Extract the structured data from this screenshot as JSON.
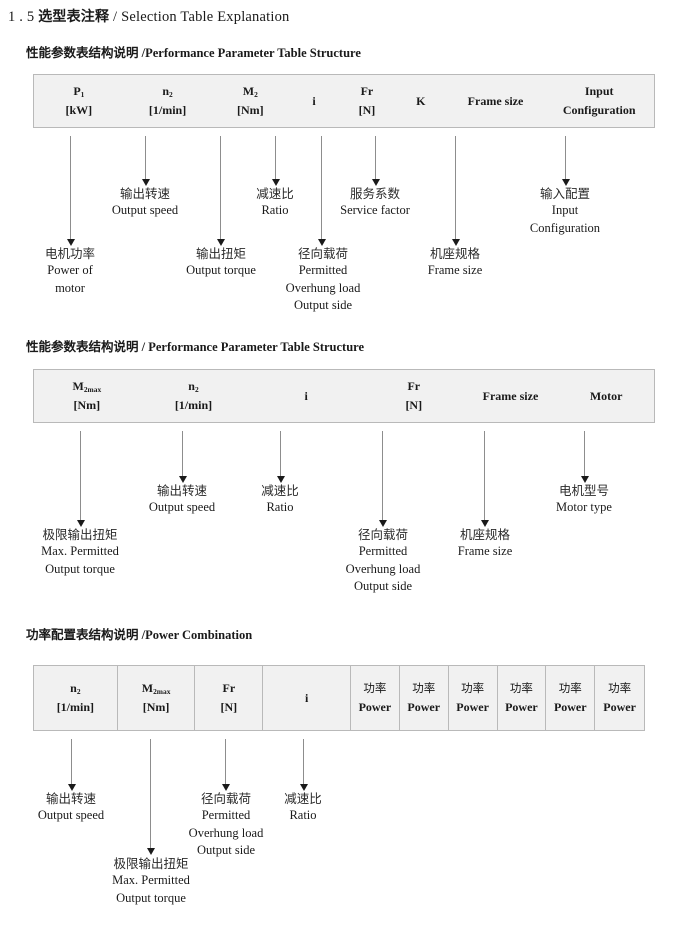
{
  "title": {
    "number": "1 . 5",
    "cn": "选型表注释",
    "sep": "/",
    "en": "Selection Table Explanation"
  },
  "sections": [
    {
      "heading": {
        "cn": "性能参数表结构说明",
        "sep": "/",
        "en": "Performance Parameter Table Structure"
      },
      "table": {
        "columns": [
          {
            "l1": "P",
            "l1_sub": "1",
            "l2": "[kW]"
          },
          {
            "l1": "n",
            "l1_sub": "2",
            "l2": "[1/min]"
          },
          {
            "l1": "M",
            "l1_sub": "2",
            "l2": "[Nm]"
          },
          {
            "l1": "i",
            "l1_sub": "",
            "l2": ""
          },
          {
            "l1": "Fr",
            "l1_sub": "",
            "l2": "[N]"
          },
          {
            "l1": "K",
            "l1_sub": "",
            "l2": ""
          },
          {
            "l1": "Frame size",
            "l1_sub": "",
            "l2": ""
          },
          {
            "l1": "Input",
            "l1_sub": "",
            "l2": "Configuration"
          }
        ]
      },
      "annotations": [
        {
          "cn": "电机功率",
          "en": [
            "Power of",
            "motor"
          ]
        },
        {
          "cn": "输出转速",
          "en": [
            "Output speed"
          ]
        },
        {
          "cn": "输出扭矩",
          "en": [
            "Output torque"
          ]
        },
        {
          "cn": "减速比",
          "en": [
            "Ratio"
          ]
        },
        {
          "cn": "径向载荷",
          "en": [
            "Permitted",
            "Overhung load",
            "Output side"
          ]
        },
        {
          "cn": "服务系数",
          "en": [
            "Service factor"
          ]
        },
        {
          "cn": "机座规格",
          "en": [
            "Frame size"
          ]
        },
        {
          "cn": "输入配置",
          "en": [
            "Input",
            "Configuration"
          ]
        }
      ]
    },
    {
      "heading": {
        "cn": "性能参数表结构说明",
        "sep": "/",
        "en": "Performance Parameter Table Structure"
      },
      "table": {
        "columns": [
          {
            "l1": "M",
            "l1_sub": "2max",
            "l2": "[Nm]"
          },
          {
            "l1": "n",
            "l1_sub": "2",
            "l2": "[1/min]"
          },
          {
            "l1": "i",
            "l1_sub": "",
            "l2": ""
          },
          {
            "l1": "Fr",
            "l1_sub": "",
            "l2": "[N]"
          },
          {
            "l1": "Frame size",
            "l1_sub": "",
            "l2": ""
          },
          {
            "l1": "Motor",
            "l1_sub": "",
            "l2": ""
          }
        ]
      },
      "annotations": [
        {
          "cn": "极限输出扭矩",
          "en": [
            "Max. Permitted",
            "Output  torque"
          ]
        },
        {
          "cn": "输出转速",
          "en": [
            "Output speed"
          ]
        },
        {
          "cn": "减速比",
          "en": [
            "Ratio"
          ]
        },
        {
          "cn": "径向载荷",
          "en": [
            "Permitted",
            "Overhung load",
            "Output side"
          ]
        },
        {
          "cn": "机座规格",
          "en": [
            "Frame size"
          ]
        },
        {
          "cn": "电机型号",
          "en": [
            "Motor type"
          ]
        }
      ]
    },
    {
      "heading": {
        "cn": "功率配置表结构说明",
        "sep": "/",
        "en": "Power Combination"
      },
      "table": {
        "columns": [
          {
            "l1": "n",
            "l1_sub": "2",
            "l2": "[1/min]"
          },
          {
            "l1": "M",
            "l1_sub": "2max",
            "l2": "[Nm]"
          },
          {
            "l1": "Fr",
            "l1_sub": "",
            "l2": "[N]"
          },
          {
            "l1": "i",
            "l1_sub": "",
            "l2": ""
          },
          {
            "l1": "功率",
            "l1_sub": "",
            "l2": "Power"
          },
          {
            "l1": "功率",
            "l1_sub": "",
            "l2": "Power"
          },
          {
            "l1": "功率",
            "l1_sub": "",
            "l2": "Power"
          },
          {
            "l1": "功率",
            "l1_sub": "",
            "l2": "Power"
          },
          {
            "l1": "功率",
            "l1_sub": "",
            "l2": "Power"
          },
          {
            "l1": "功率",
            "l1_sub": "",
            "l2": "Power"
          }
        ]
      },
      "annotations": [
        {
          "cn": "输出转速",
          "en": [
            "Output speed"
          ]
        },
        {
          "cn": "极限输出扭矩",
          "en": [
            "Max. Permitted",
            "Output  torque"
          ]
        },
        {
          "cn": "径向载荷",
          "en": [
            "Permitted",
            "Overhung load",
            "Output side"
          ]
        },
        {
          "cn": "减速比",
          "en": [
            "Ratio"
          ]
        }
      ]
    }
  ],
  "colors": {
    "table_fill": "#f1f1f1",
    "table_border": "#b9b9b9",
    "arrow": "#1a1a1a",
    "text": "#1a1a1a"
  }
}
